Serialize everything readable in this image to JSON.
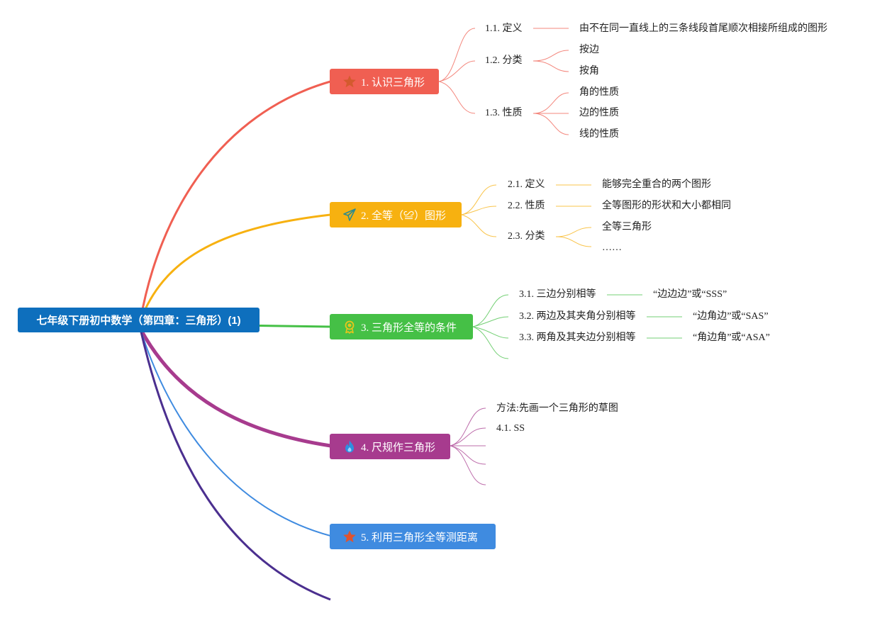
{
  "root": {
    "label": "七年级下册初中数学（第四章：三角形）(1)",
    "color": "#0e6fbd"
  },
  "branches": [
    {
      "label": "1. 认识三角形",
      "color": "#f05f52",
      "icon": "star-icon",
      "children": [
        {
          "label": "1.1. 定义",
          "detail": "由不在同一直线上的三条线段首尾顺次相接所组成的图形"
        },
        {
          "label": "1.2. 分类",
          "items": [
            "按边",
            "按角"
          ]
        },
        {
          "label": "1.3. 性质",
          "items": [
            "角的性质",
            "边的性质",
            "线的性质"
          ]
        }
      ]
    },
    {
      "label": "2. 全等（≌）图形",
      "color": "#f7b110",
      "icon": "paper-plane-icon",
      "children": [
        {
          "label": "2.1. 定义",
          "detail": "能够完全重合的两个图形"
        },
        {
          "label": "2.2. 性质",
          "detail": "全等图形的形状和大小都相同"
        },
        {
          "label": "2.3. 分类",
          "items": [
            "全等三角形",
            "……"
          ]
        }
      ]
    },
    {
      "label": "3. 三角形全等的条件",
      "color": "#45c046",
      "icon": "award-ribbon-icon",
      "children": [
        {
          "label": "3.1. 三边分别相等",
          "detail": "“边边边”或“SSS”"
        },
        {
          "label": "3.2. 两边及其夹角分别相等",
          "detail": "“边角边”或“SAS”"
        },
        {
          "label": "3.3. 两角及其夹边分别相等",
          "detail": "“角边角”或“ASA”"
        }
      ]
    },
    {
      "label": "4. 尺规作三角形",
      "color": "#a73b8e",
      "icon": "flame-icon",
      "children": [
        {
          "label": "方法:先画一个三角形的草图"
        },
        {
          "label": "4.1. SS"
        }
      ]
    },
    {
      "label": "5. 利用三角形全等测距离",
      "color": "#3f8be0",
      "icon": "star-icon",
      "children": []
    }
  ],
  "extra_branch_color": "#4b2f8f"
}
